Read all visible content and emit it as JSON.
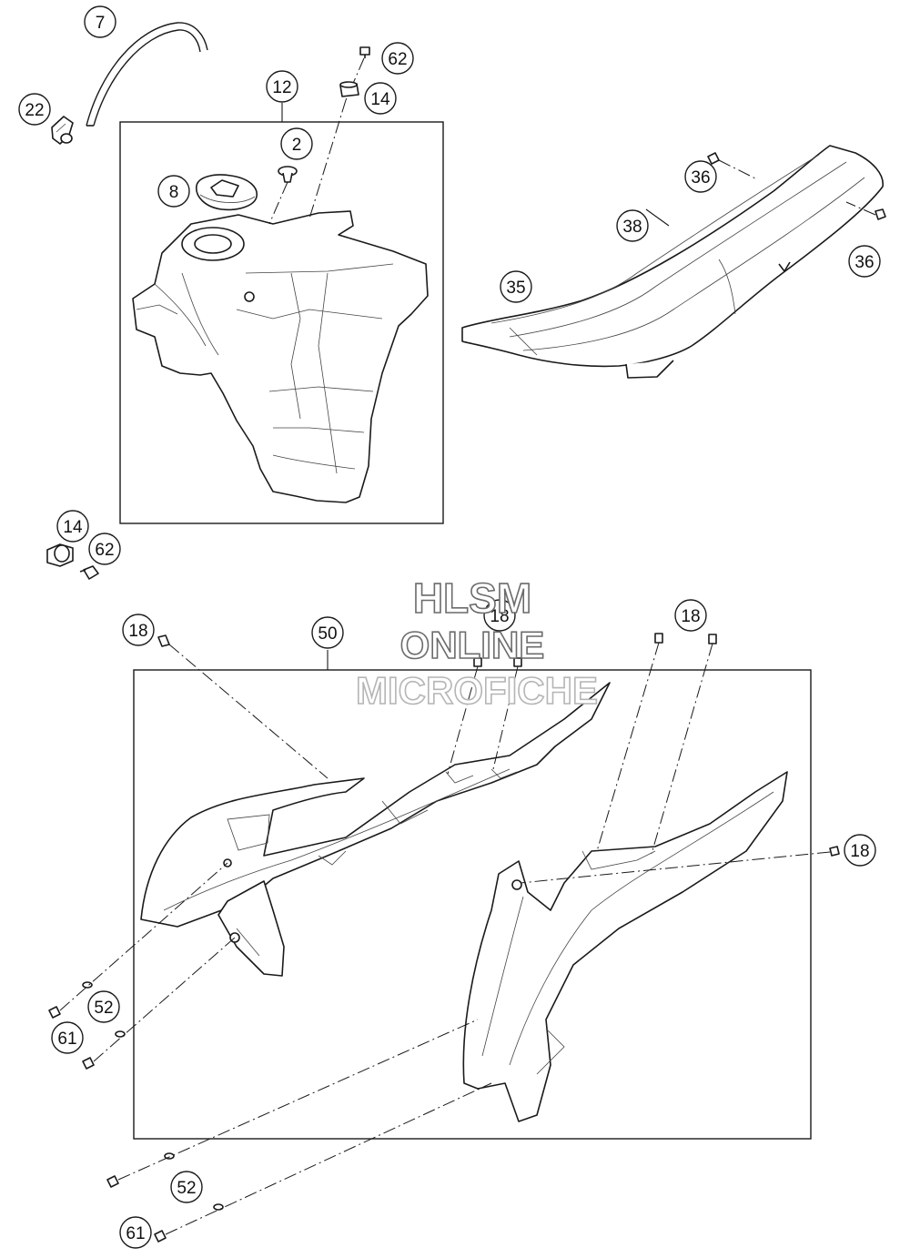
{
  "watermark": {
    "line1": "HLSM",
    "line2": "ONLINE",
    "line3": "MICROFICHE"
  },
  "callouts": [
    {
      "id": "c7",
      "label": "7"
    },
    {
      "id": "c22",
      "label": "22"
    },
    {
      "id": "c12",
      "label": "12"
    },
    {
      "id": "c62a",
      "label": "62"
    },
    {
      "id": "c14a",
      "label": "14"
    },
    {
      "id": "c2",
      "label": "2"
    },
    {
      "id": "c8",
      "label": "8"
    },
    {
      "id": "c36a",
      "label": "36"
    },
    {
      "id": "c38",
      "label": "38"
    },
    {
      "id": "c36b",
      "label": "36"
    },
    {
      "id": "c35",
      "label": "35"
    },
    {
      "id": "c14b",
      "label": "14"
    },
    {
      "id": "c62b",
      "label": "62"
    },
    {
      "id": "c18a",
      "label": "18"
    },
    {
      "id": "c50",
      "label": "50"
    },
    {
      "id": "c18b",
      "label": "18"
    },
    {
      "id": "c18c",
      "label": "18"
    },
    {
      "id": "c18d",
      "label": "18"
    },
    {
      "id": "c52a",
      "label": "52"
    },
    {
      "id": "c61a",
      "label": "61"
    },
    {
      "id": "c52b",
      "label": "52"
    },
    {
      "id": "c61b",
      "label": "61"
    }
  ]
}
